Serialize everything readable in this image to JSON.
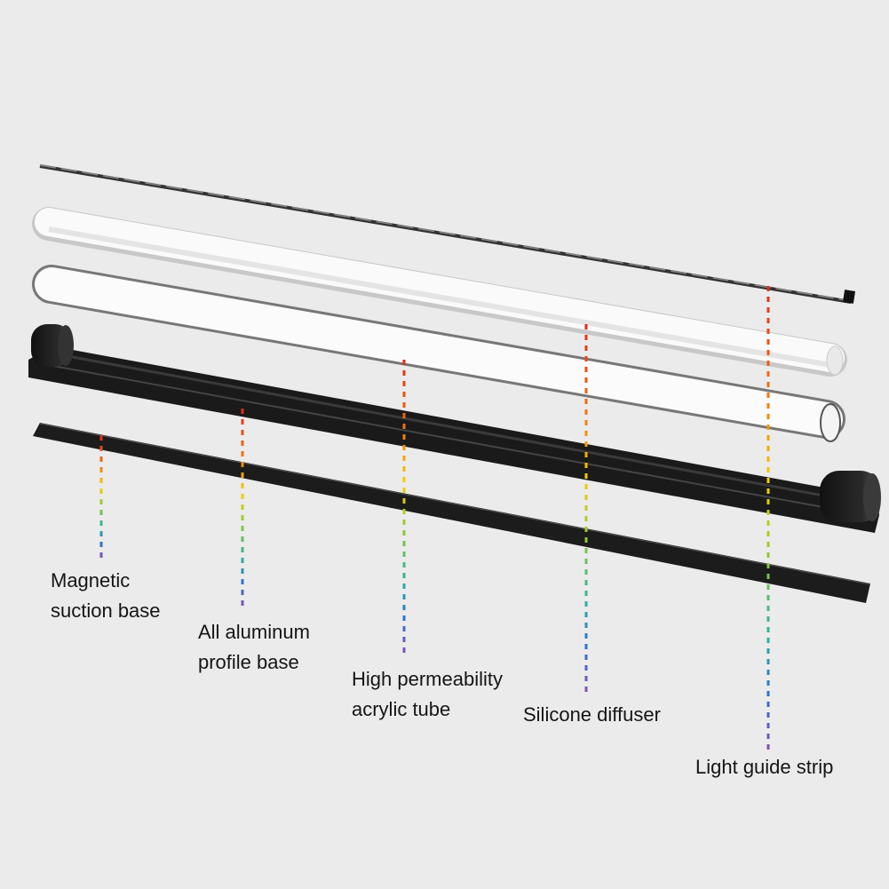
{
  "background_color": "#ebebeb",
  "components": [
    {
      "id": "magnetic-suction-base",
      "label": "Magnetic\nsuction base"
    },
    {
      "id": "aluminum-profile-base",
      "label": "All aluminum\nprofile base"
    },
    {
      "id": "acrylic-tube",
      "label": "High permeability\nacrylic tube"
    },
    {
      "id": "silicone-diffuser",
      "label": "Silicone diffuser"
    },
    {
      "id": "light-guide-strip",
      "label": "Light guide strip"
    }
  ],
  "leader_colors": [
    "#e02a1a",
    "#f07a10",
    "#f5c400",
    "#e8e800",
    "#7cc43a",
    "#2fb0a0",
    "#2f6fd0",
    "#8a4fb0"
  ]
}
